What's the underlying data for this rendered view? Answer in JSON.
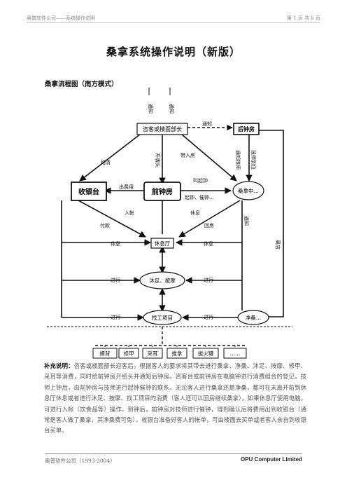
{
  "header": {
    "left": "奥普软件公司——系统操作说明",
    "right": "第 1 页 共 6 页"
  },
  "title": "桑拿系统操作说明（新版）",
  "subtitle": "桑拿流程图（南方模式）",
  "flow": {
    "nodes": {
      "reception": "咨客或楼面部长",
      "back_office": "后钟房",
      "cashier": "收银台",
      "front_office": "前钟房",
      "sauna": "桑拿中…",
      "lounge": "休息厅",
      "foot_massage": "沐足、按摩",
      "technician": "找工项目",
      "bath": "净桑…"
    },
    "labels": {
      "notify_top": "通知",
      "notify_top2": "通知",
      "notify": "通知",
      "settle": "结清",
      "open_card": "开牌头",
      "take_room": "带入房",
      "call_tech": "通知技师",
      "tech_arrive": "技师到位",
      "charge": "出费用",
      "call_clock": "叫起钟",
      "start_clock": "起钟、催钟…",
      "enter_account": "入帐",
      "rest1": "休息",
      "pay": "付款",
      "back_room": "回房",
      "rest_left": "休息",
      "rest_right": "休息",
      "notify_right": "通知",
      "leave": "离店",
      "proceed1": "进行",
      "proceed2": "进行",
      "proceed3": "进行",
      "proceed4": "进行"
    },
    "services": [
      "擦背",
      "修甲",
      "采耳",
      "推拿",
      "拔火罐",
      "……"
    ]
  },
  "note": {
    "label": "补充说明：",
    "text": "咨客或楼面部长迎客后，根据客人的要求将其带去进行桑拿、净桑、沐足、按摩、修甲、采耳等消费，同时给前钟房开纸头并通知后钟房。咨客台或前钟房在电脑钟进行消费组合的登记，技师上钟后，由前钟房与技师进行起钟催钟的联系。无论客人进行桑拿还是净桑，都可在末离开前到休息厅休息或者进行沐足、按摩、找工项目的消费（客人还可以回房继续桑拿），如果休息厅使用电脑，可进行入帐（饮食品等）操作。到钟后，前钟房对技师进行催钟，得到确认后将费用出到收银台（通常是客人做了桑拿，其净桑费可免）。收银台准备好客人的帐单，可由楼面去买单或者客人亲自到收银台买单。"
  },
  "footer": {
    "left": "奥普软件公司（1993-2004）",
    "right": "OPU Computer Limited"
  }
}
